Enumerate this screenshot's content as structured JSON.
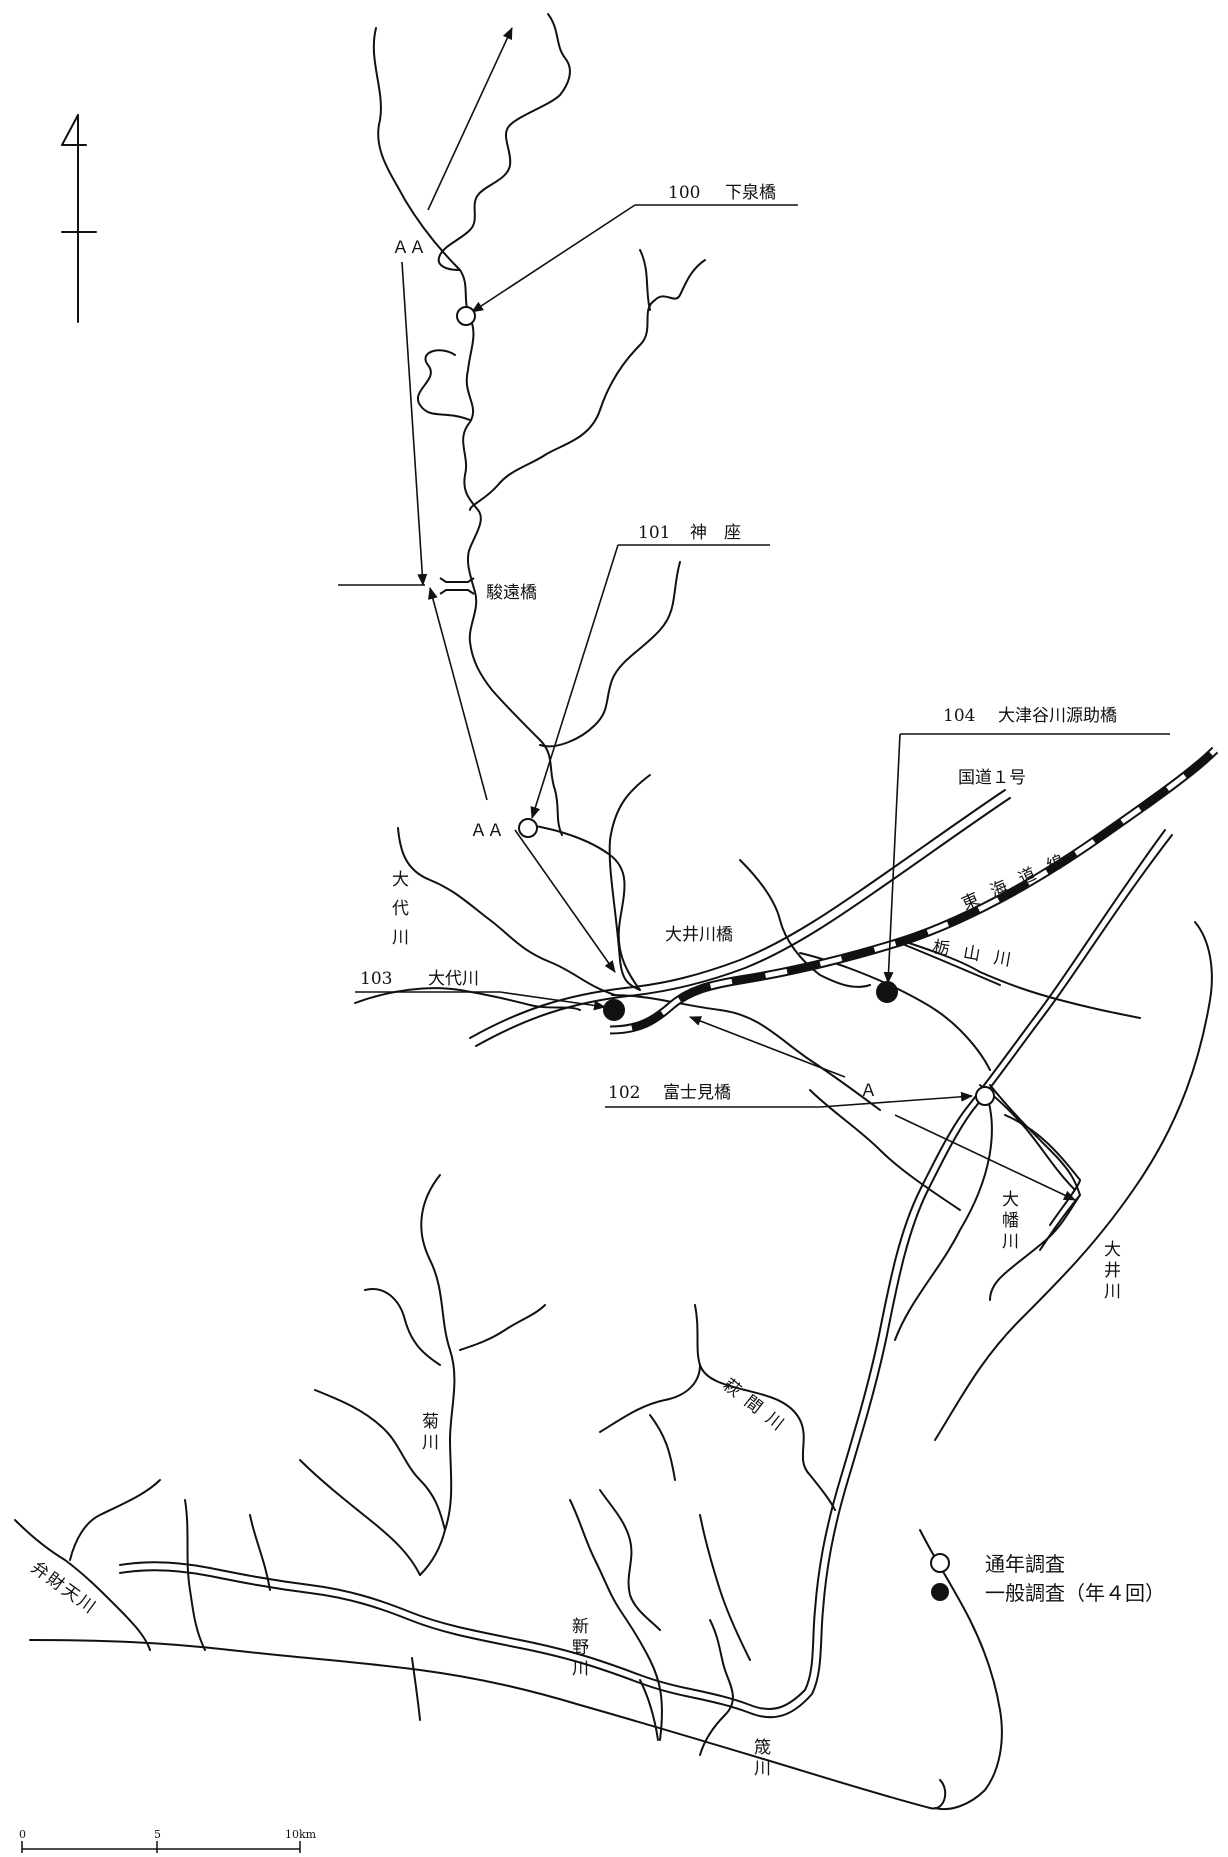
{
  "stations": [
    {
      "id": "s100",
      "code": "100",
      "name": "下泉橋",
      "type": "year_round"
    },
    {
      "id": "s101",
      "code": "101",
      "name": "神　座",
      "type": "year_round"
    },
    {
      "id": "s102",
      "code": "102",
      "name": "富士見橋",
      "type": "year_round"
    },
    {
      "id": "s103",
      "code": "103",
      "name": "大代川",
      "type": "general"
    },
    {
      "id": "s104",
      "code": "104",
      "name": "大津谷川源助橋",
      "type": "general"
    }
  ],
  "class_labels": {
    "aa_upper": "ＡＡ",
    "aa_middle": "ＡＡ",
    "a_lower": "Ａ"
  },
  "places": {
    "bridge_sunen": "駿遠橋",
    "bridge_oigawa": "大井川橋",
    "route1": "国道１号",
    "tokaido": "東海道線"
  },
  "rivers": {
    "odai": "大代川",
    "tochiyama": "栃山川",
    "obata": "大幡川",
    "oi": "大井川",
    "hagima": "萩間川",
    "kiku": "菊川",
    "benzaiten": "弁財天川",
    "nino": "新野川",
    "chikuma": "筬川"
  },
  "legend": {
    "year_round": "通年調査",
    "general": "一般調査（年４回）"
  },
  "scale": {
    "ticks": [
      "0",
      "5",
      "10km"
    ]
  }
}
